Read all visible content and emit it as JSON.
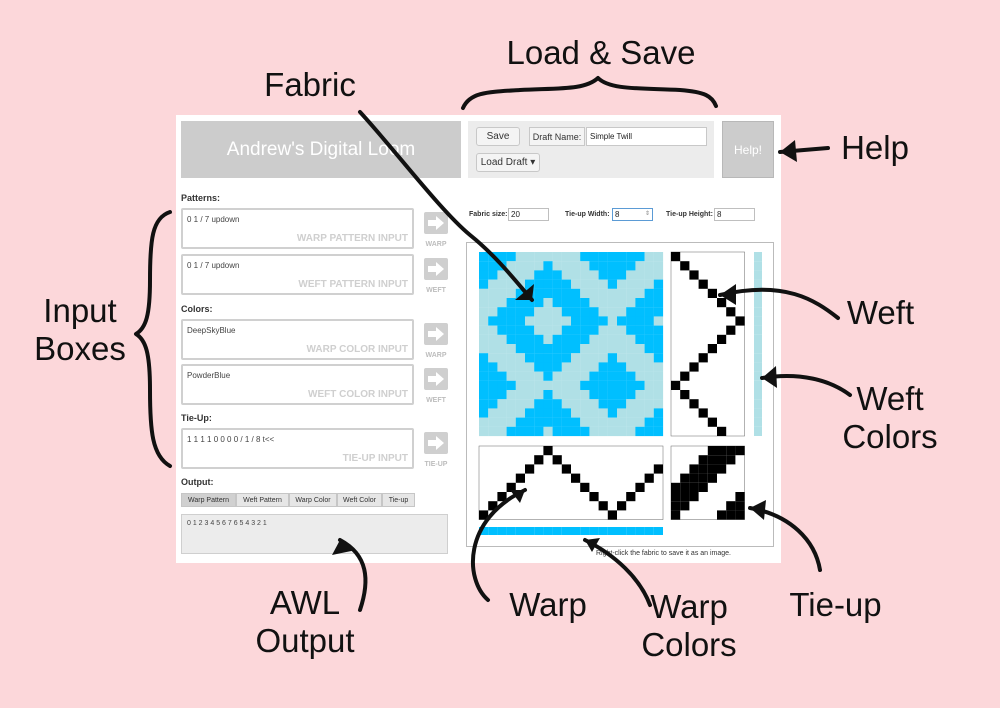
{
  "app": {
    "title": "Andrew's Digital Loom",
    "save_label": "Save",
    "draft_name_label": "Draft Name:",
    "draft_name_value": "Simple Twill",
    "load_draft_label": "Load Draft ▾",
    "help_label": "Help!"
  },
  "inputs": {
    "patterns_label": "Patterns:",
    "colors_label": "Colors:",
    "tieup_label": "Tie-Up:",
    "output_label": "Output:",
    "warp_pattern": {
      "value": "0 1 / 7 updown",
      "placeholder": "WARP PATTERN INPUT",
      "arrow_caption": "WARP"
    },
    "weft_pattern": {
      "value": "0 1 / 7 updown",
      "placeholder": "WEFT PATTERN INPUT",
      "arrow_caption": "WEFT"
    },
    "warp_color": {
      "value": "DeepSkyBlue",
      "placeholder": "WARP COLOR INPUT",
      "arrow_caption": "WARP"
    },
    "weft_color": {
      "value": "PowderBlue",
      "placeholder": "WEFT COLOR INPUT",
      "arrow_caption": "WEFT"
    },
    "tieup": {
      "value": "1 1 1 1 0 0 0 0 / 1 / 8 t<<",
      "placeholder": "TIE-UP INPUT",
      "arrow_caption": "TIE-UP"
    }
  },
  "output": {
    "tabs": [
      "Warp Pattern",
      "Weft Pattern",
      "Warp Color",
      "Weft Color",
      "Tie-up"
    ],
    "active_tab": "Warp Pattern",
    "text": "0 1 2 3 4 5 6 7 6 5 4 3 2 1"
  },
  "settings": {
    "fabric_size_label": "Fabric size:",
    "fabric_size_value": "20",
    "tieup_width_label": "Tie-up Width:",
    "tieup_width_value": "8",
    "tieup_height_label": "Tie-up Height:",
    "tieup_height_value": "8"
  },
  "canvas": {
    "caption": "Right-click the fabric to save it as an image.",
    "warp_color": "#00bfff",
    "weft_color": "#b0e0e6"
  },
  "annotations": {
    "load_save": "Load & Save",
    "fabric": "Fabric",
    "help": "Help",
    "input_boxes": "Input\nBoxes",
    "weft": "Weft",
    "weft_colors": "Weft\nColors",
    "awl_output": "AWL\nOutput",
    "warp": "Warp",
    "warp_colors": "Warp\nColors",
    "tieup": "Tie-up"
  },
  "colors": {
    "background": "#fcd7da",
    "panel_gray": "#cccccc",
    "deep_sky_blue": "#00bfff",
    "powder_blue": "#b0e0e6"
  }
}
